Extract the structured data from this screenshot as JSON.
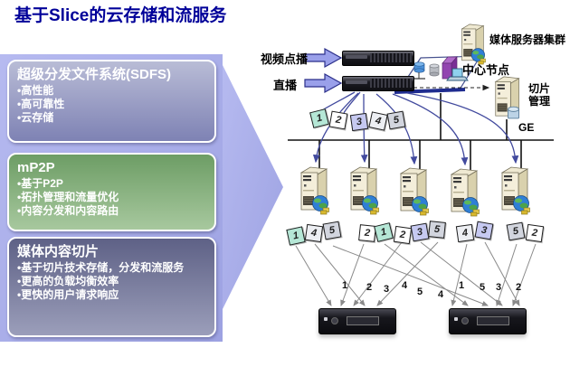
{
  "title": "基于Slice的云存储和流服务",
  "panels": [
    {
      "title": "超级分发文件系统(SDFS)",
      "bullets": [
        "•高性能",
        "•高可靠性",
        "•云存储"
      ],
      "color_top": "#b9bcd6",
      "color_bottom": "#7e82b4"
    },
    {
      "title": "mP2P",
      "bullets": [
        "•基于P2P",
        "•拓扑管理和流量优化",
        "•内容分发和内容路由"
      ],
      "color_top": "#6d9d65",
      "color_bottom": "#a7c89e"
    },
    {
      "title": "媒体内容切片",
      "bullets": [
        "•基于切片技术存储，分发和流服务",
        "•更高的负载均衡效率",
        "•更快的用户请求响应"
      ],
      "color_top": "#5e6186",
      "color_bottom": "#9b9eba"
    }
  ],
  "diagram": {
    "labels": {
      "vod": "视频点播",
      "live": "直播",
      "media_cluster": "媒体服务器集群",
      "central_node": "中心节点",
      "slice_mgmt_line1": "切片",
      "slice_mgmt_line2": "管理",
      "ge": "GE"
    },
    "slice_colors": {
      "1": "#b5e7d6",
      "2": "#ffffff",
      "3": "#c6c9f1",
      "4": "#edeff3",
      "5": "#d2d5de"
    },
    "top_slices": [
      "1",
      "2",
      "3",
      "4",
      "5"
    ],
    "server_slices": [
      [
        "1",
        "4",
        "5"
      ],
      [
        "2",
        "1"
      ],
      [
        "2",
        "3",
        "5"
      ],
      [
        "4",
        "3"
      ],
      [
        "5",
        "2"
      ]
    ],
    "flow_labels": [
      "1",
      "2",
      "3",
      "4",
      "5",
      "4",
      "1",
      "5",
      "3",
      "2"
    ],
    "colors": {
      "big_arrow": "#a9aee9",
      "block_arrow": "#9aa0ea",
      "stream_line": "#424a9e",
      "flow_line": "#8a8a8a",
      "title_text": "#000099"
    }
  }
}
